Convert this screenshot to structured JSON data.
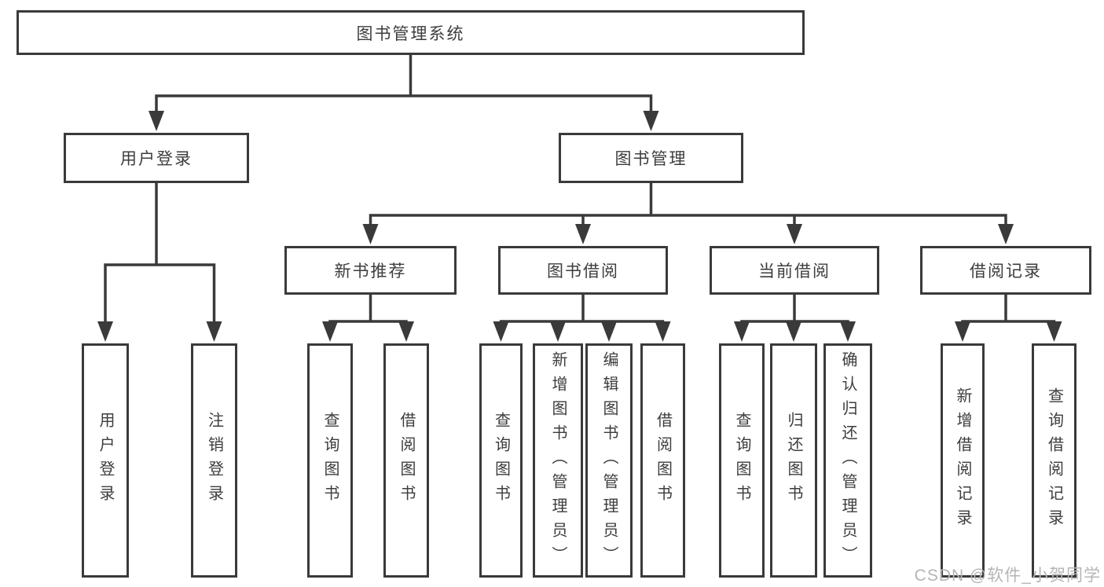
{
  "diagram": {
    "line_color": "#3a3a3a",
    "box_border_color": "#3a3a3a",
    "text_color": "#3d3d3d",
    "tree": {
      "root": "图书管理系统",
      "user_branch": {
        "label": "用户登录",
        "leaves": [
          "用户登录",
          "注销登录"
        ]
      },
      "book_branch": {
        "label": "图书管理",
        "groups": [
          {
            "label": "新书推荐",
            "leaves": [
              "查询图书",
              "借阅图书"
            ]
          },
          {
            "label": "图书借阅",
            "leaves": [
              "查询图书",
              "新增图书（管理员）",
              "编辑图书（管理员）",
              "借阅图书"
            ]
          },
          {
            "label": "当前借阅",
            "leaves": [
              "查询图书",
              "归还图书",
              "确认归还（管理员）"
            ]
          },
          {
            "label": "借阅记录",
            "leaves": [
              "新增借阅记录",
              "查询借阅记录"
            ]
          }
        ]
      }
    }
  },
  "watermark": {
    "text": "CSDN @软件_小贺同学",
    "color": "#b5b5b5"
  }
}
